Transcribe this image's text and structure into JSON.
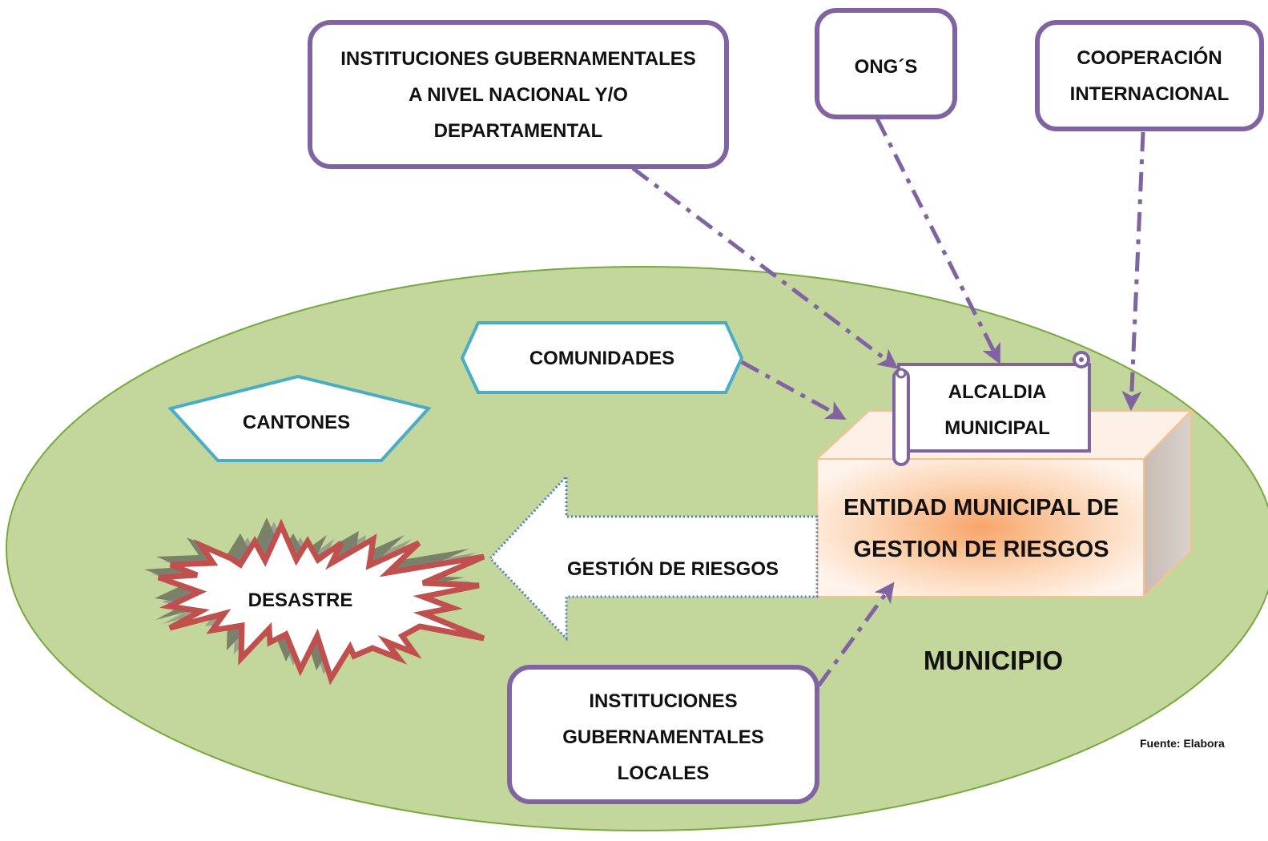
{
  "diagram": {
    "external_boxes": [
      {
        "id": "gov-national",
        "text": "INSTITUCIONES GUBERNAMENTALES A NIVEL NACIONAL Y/O DEPARTAMENTAL"
      },
      {
        "id": "ngos",
        "text": "ONG´S"
      },
      {
        "id": "intl-coop",
        "text": "COOPERACIÓN INTERNACIONAL"
      }
    ],
    "municipality_label": "MUNICIPIO",
    "communities_label": "COMUNIDADES",
    "cantons_label": "CANTONES",
    "town_hall_label": "ALCALDIA MUNICIPAL",
    "entity_label": "ENTIDAD MUNICIPAL DE GESTION DE RIESGOS",
    "risk_management_arrow_label": "GESTIÓN DE RIESGOS",
    "disaster_label": "DESASTRE",
    "local_gov_label": "INSTITUCIONES GUBERNAMENTALES LOCALES",
    "source_note": "Fuente: Elabora"
  },
  "colors": {
    "ellipse_fill": "#c3d69b",
    "ellipse_stroke": "#77a93e",
    "box_stroke": "#8064a2",
    "hexagon_stroke": "#4bacc6",
    "disaster_stroke": "#c0504d",
    "arrow_outline": "#4f81bd",
    "entity_fill": "#fbd4b4",
    "entity_side": "#cbbfb8"
  }
}
